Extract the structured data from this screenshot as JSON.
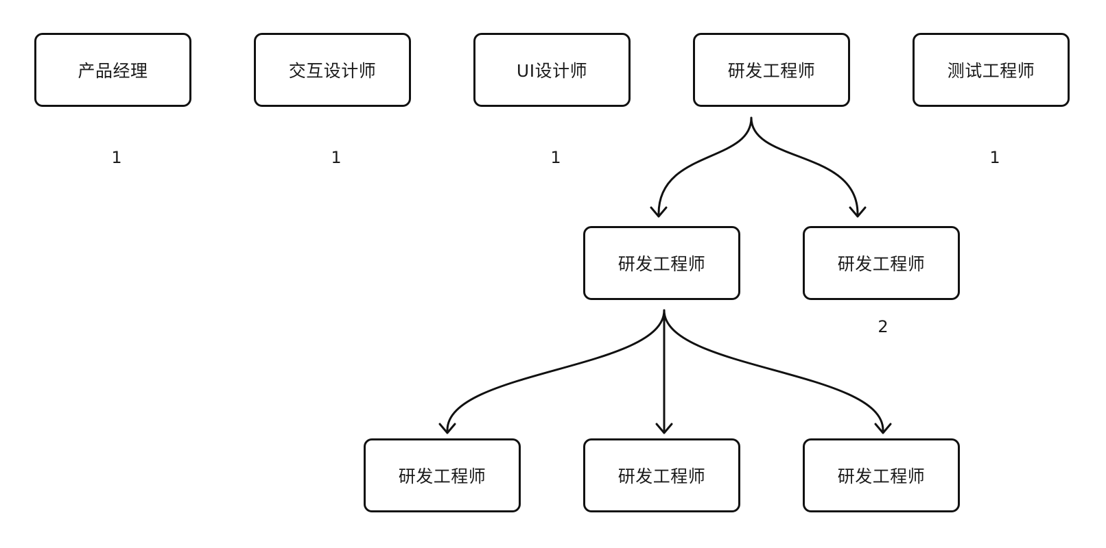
{
  "nodes": [
    {
      "id": "n1",
      "label": "产品经理"
    },
    {
      "id": "n2",
      "label": "交互设计师"
    },
    {
      "id": "n3",
      "label": "UI设计师"
    },
    {
      "id": "n4",
      "label": "研发工程师"
    },
    {
      "id": "n5",
      "label": "测试工程师"
    },
    {
      "id": "n6",
      "label": "研发工程师"
    },
    {
      "id": "n7",
      "label": "研发工程师"
    },
    {
      "id": "n8",
      "label": "研发工程师"
    },
    {
      "id": "n9",
      "label": "研发工程师"
    },
    {
      "id": "n10",
      "label": "研发工程师"
    }
  ],
  "counts": {
    "product_manager": "1",
    "interaction_designer": "1",
    "ui_designer": "1",
    "test_engineer": "1",
    "dev_right": "2"
  },
  "edges": [
    {
      "from": "n4",
      "to": "n6"
    },
    {
      "from": "n4",
      "to": "n7"
    },
    {
      "from": "n6",
      "to": "n8"
    },
    {
      "from": "n6",
      "to": "n9"
    },
    {
      "from": "n6",
      "to": "n10"
    }
  ],
  "colors": {
    "stroke": "#111111",
    "text": "#1a1a1a",
    "background": "#ffffff"
  }
}
